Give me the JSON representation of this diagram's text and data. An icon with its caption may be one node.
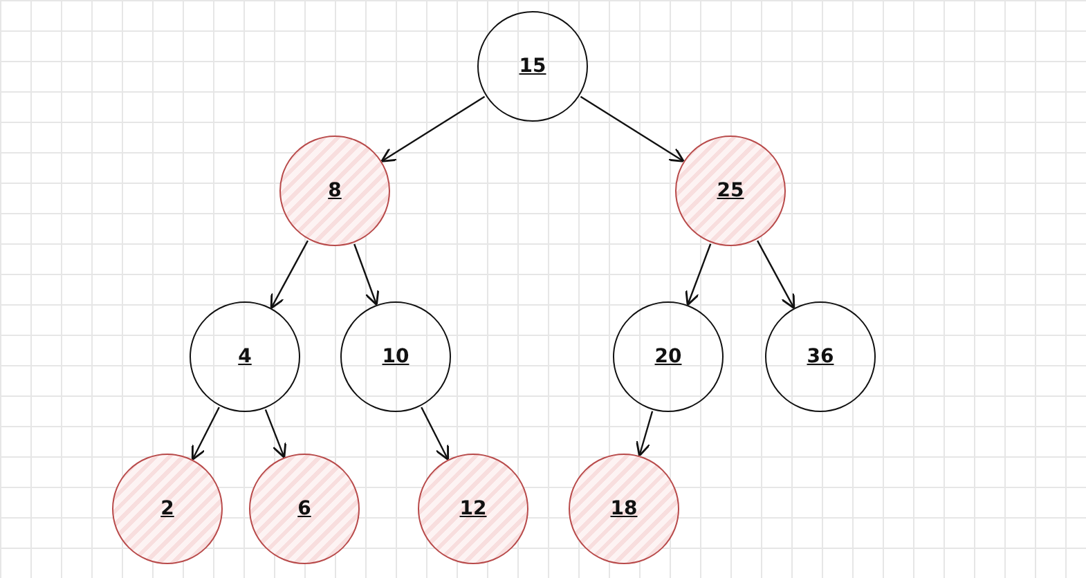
{
  "diagram": {
    "nodes": [
      {
        "text": [
          "15"
        ]
      },
      {
        "text": [
          "8"
        ]
      },
      {
        "text": [
          "25"
        ]
      },
      {
        "text": [
          "4"
        ]
      },
      {
        "text": [
          "10"
        ]
      },
      {
        "text": [
          "20"
        ]
      },
      {
        "text": [
          "36"
        ]
      },
      {
        "text": [
          "2"
        ]
      },
      {
        "text": [
          "6"
        ]
      },
      {
        "text": [
          "12"
        ]
      },
      {
        "text": [
          "18"
        ]
      }
    ],
    "edges": [
      {
        "from": 0,
        "to": 1,
        "arrow": "to"
      },
      {
        "from": 0,
        "to": 2,
        "arrow": "to"
      },
      {
        "from": 1,
        "to": 3,
        "arrow": "to"
      },
      {
        "from": 1,
        "to": 4,
        "arrow": "to"
      },
      {
        "from": 2,
        "to": 5,
        "arrow": "to"
      },
      {
        "from": 2,
        "to": 6,
        "arrow": "to"
      },
      {
        "from": 3,
        "to": 7,
        "arrow": "to"
      },
      {
        "from": 3,
        "to": 8,
        "arrow": "to"
      },
      {
        "from": 4,
        "to": 9,
        "arrow": "to"
      },
      {
        "from": 5,
        "to": 10,
        "arrow": "to"
      }
    ]
  }
}
